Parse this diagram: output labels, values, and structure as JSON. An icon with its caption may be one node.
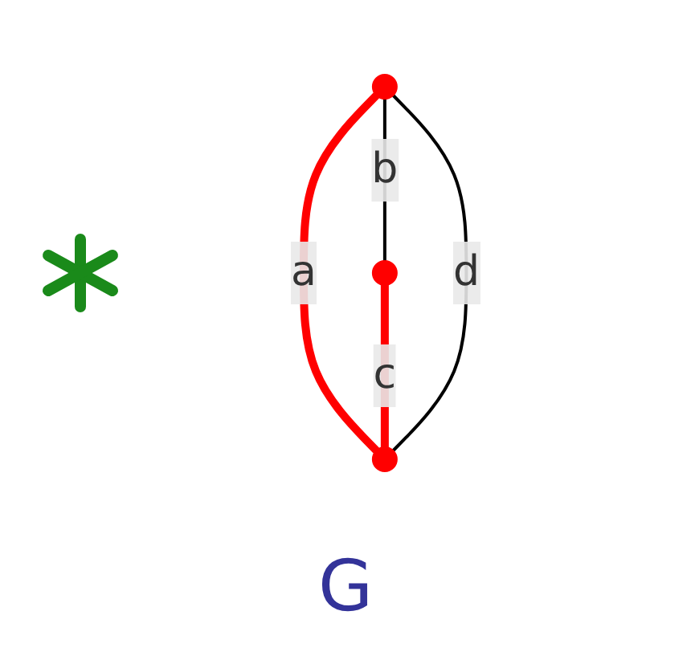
{
  "diagram": {
    "nodes": [
      {
        "text": [],
        "shape": "circle"
      },
      {
        "text": [],
        "shape": "circle"
      },
      {
        "text": [],
        "shape": "circle"
      }
    ],
    "edges": [
      {
        "from": 0,
        "to": 2,
        "arrow": "none",
        "label": "a",
        "style": "thick",
        "color": "#ff0000"
      },
      {
        "from": 0,
        "to": 1,
        "arrow": "none",
        "label": "b",
        "color": "#000000"
      },
      {
        "from": 1,
        "to": 2,
        "arrow": "none",
        "label": "c",
        "style": "thick",
        "color": "#ff0000"
      },
      {
        "from": 0,
        "to": 2,
        "arrow": "none",
        "label": "d",
        "color": "#000000"
      }
    ],
    "labels": [
      "G"
    ]
  }
}
